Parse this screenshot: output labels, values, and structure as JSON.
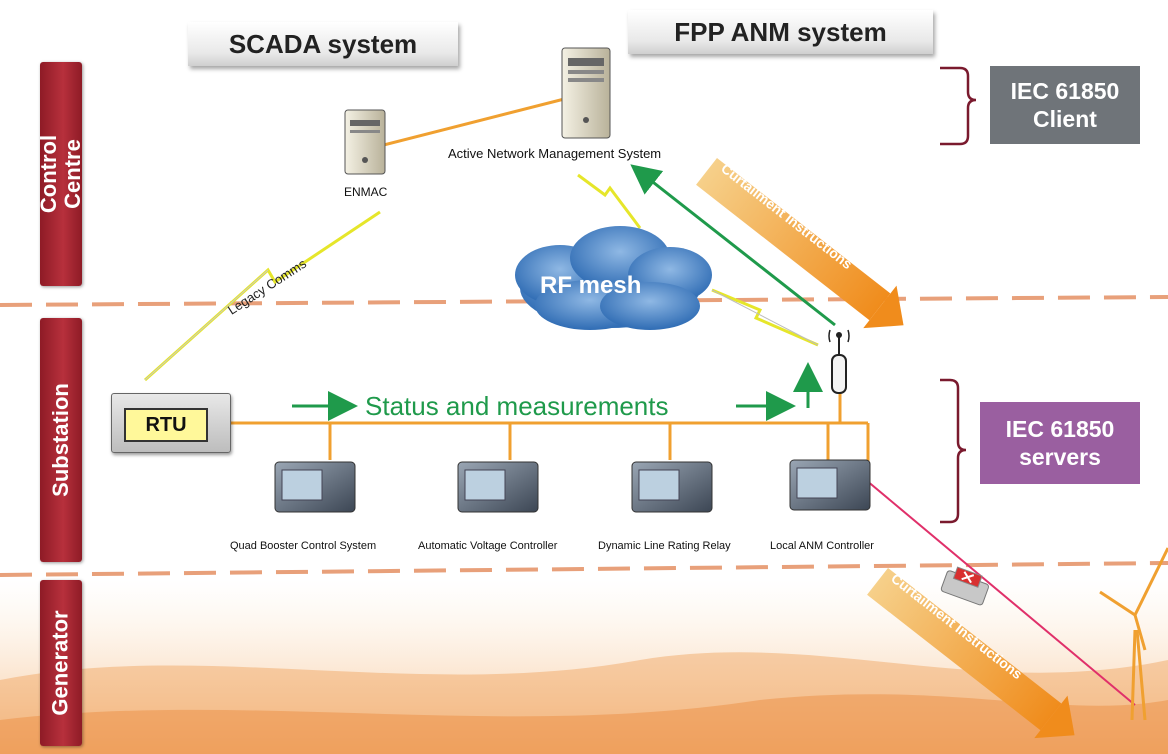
{
  "side_tabs": {
    "control_centre": "Control\nCentre",
    "substation": "Substation",
    "generator": "Generator"
  },
  "systems": {
    "scada": "SCADA system",
    "fpp_anm": "FPP ANM system"
  },
  "iec": {
    "client_line1": "IEC 61850",
    "client_line2": "Client",
    "servers_line1": "IEC 61850",
    "servers_line2": "servers"
  },
  "nodes": {
    "enmac": "ENMAC",
    "anm_system": "Active Network Management System",
    "rf_mesh": "RF mesh",
    "rtu": "RTU"
  },
  "links": {
    "legacy_comms": "Legacy Comms",
    "status_measurements": "Status and measurements",
    "curtailment_top": "Curtailment Instructions",
    "curtailment_bottom": "Curtailment Instructions"
  },
  "devices": [
    {
      "label": "Quad Booster Control System"
    },
    {
      "label": "Automatic Voltage Controller"
    },
    {
      "label": "Dynamic Line Rating Relay"
    },
    {
      "label": "Local ANM Controller"
    }
  ],
  "colors": {
    "tab_red": "#a0212d",
    "client_box": "#6f7479",
    "servers_box": "#9a5fa0",
    "network_line": "#f0a030",
    "status_green": "#1f9a4b",
    "lightning": "#e6e62a",
    "trip_line": "#e0306a",
    "divider": "#e8a07a"
  }
}
